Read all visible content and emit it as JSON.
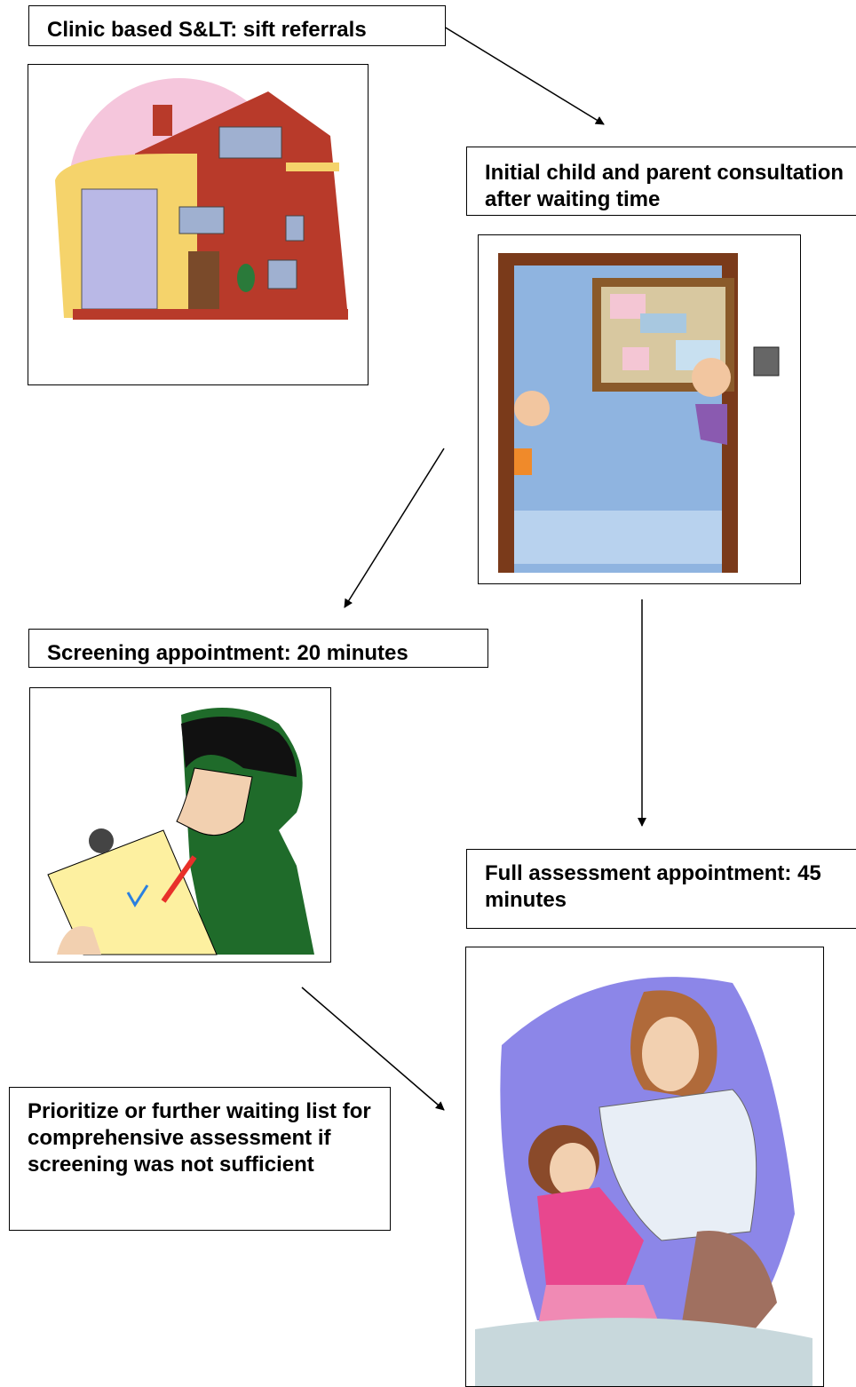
{
  "steps": {
    "clinic_label": "Clinic based S&LT: sift referrals",
    "initial_label": "Initial child and parent consultation after waiting time",
    "screening_label": "Screening appointment: 20 minutes",
    "full_label": "Full assessment appointment: 45 minutes",
    "prioritize_label": "Prioritize or further waiting list for comprehensive assessment if screening was not sufficient"
  },
  "illustrations": {
    "clinic": "clinic-building-clipart",
    "consultation": "children-peeking-doorway-clipart",
    "screening": "man-with-clipboard-clipart",
    "assessment": "nurse-with-child-clipart"
  },
  "colors": {
    "line": "#000000",
    "brick": "#b83a2a",
    "yellow": "#f5d36b",
    "wall_blue": "#8fb4e0",
    "door_brown": "#7a3a1a",
    "jacket_green": "#1f6b2a",
    "nurse_bg": "#8c86e8",
    "girl_pink": "#e8478e"
  }
}
